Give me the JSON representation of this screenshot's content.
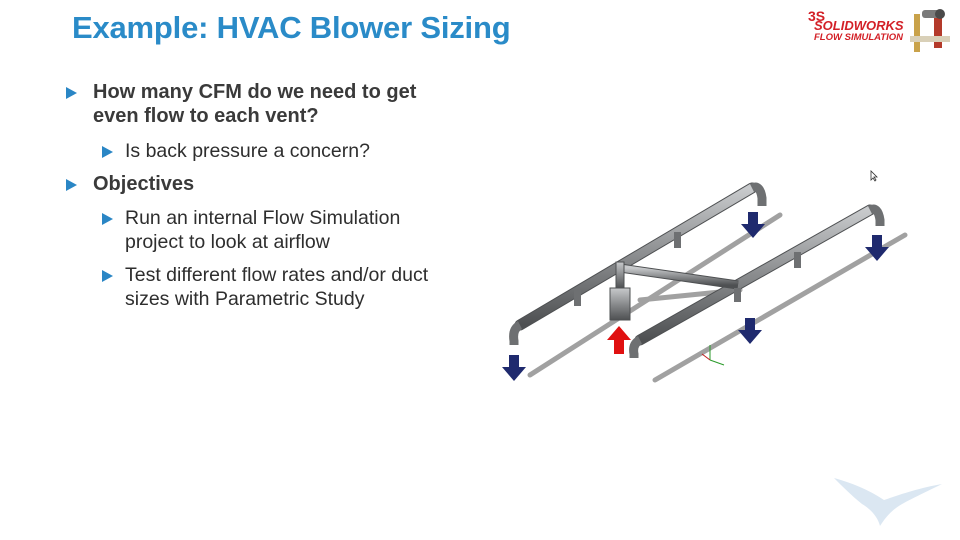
{
  "slide": {
    "title": "Example: HVAC Blower Sizing",
    "logo": {
      "line1": "SOLIDWORKS",
      "line2": "FLOW SIMULATION",
      "mark": "3S",
      "brand_color": "#d32027"
    },
    "accent_color": "#2a8bc8",
    "bullets": [
      {
        "text_line1": "How many CFM do we need to get",
        "text_line2": "even flow to each vent?",
        "sub": [
          {
            "text_line1": "Is back pressure a concern?",
            "text_line2": ""
          }
        ]
      },
      {
        "text_line1": "Objectives",
        "text_line2": "",
        "sub": [
          {
            "text_line1": "Run an internal Flow Simulation",
            "text_line2": "project to look at airflow"
          },
          {
            "text_line1": "Test different flow rates and/or duct",
            "text_line2": "sizes with Parametric Study"
          }
        ]
      }
    ],
    "diagram": {
      "inlet_arrow_color": "#e01010",
      "outlet_arrow_color": "#1f2a6e",
      "duct_color": "#8a8c8e"
    }
  }
}
